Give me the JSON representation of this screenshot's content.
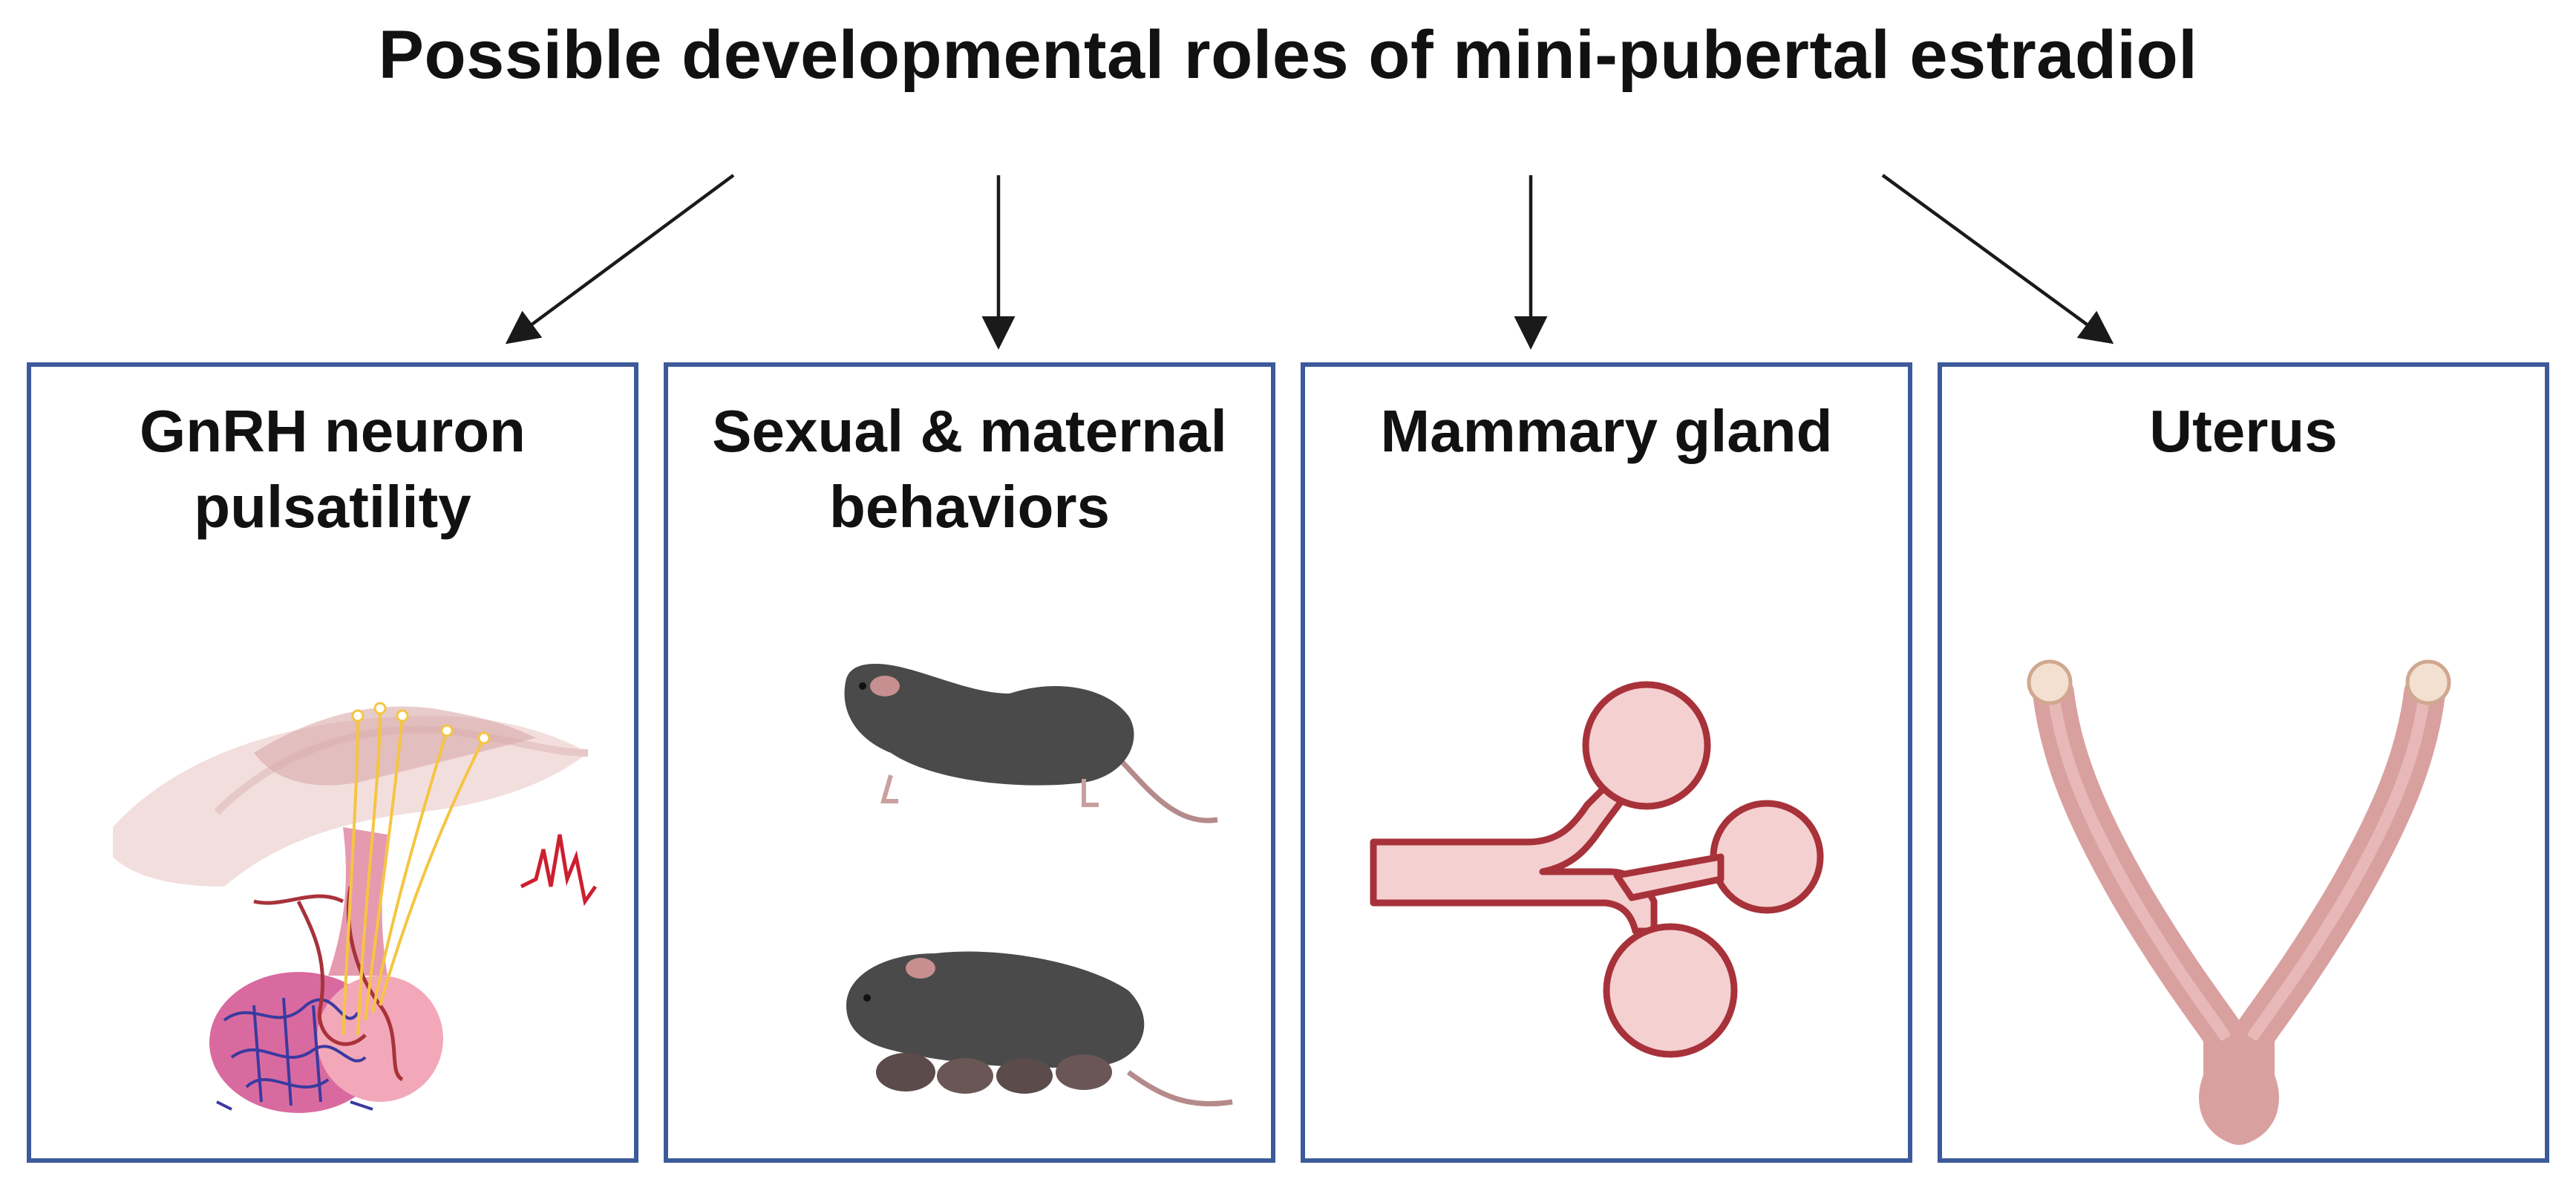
{
  "title": "Possible developmental roles of mini-pubertal estradiol",
  "panels": [
    {
      "id": "gnrh",
      "title_lines": [
        "GnRH neuron",
        "pulsatility"
      ],
      "icon": "gnrh-neuron-illustration"
    },
    {
      "id": "behavior",
      "title_lines": [
        "Sexual & maternal",
        "behaviors"
      ],
      "icon": "mouse-illustration"
    },
    {
      "id": "mammary",
      "title_lines": [
        "Mammary gland"
      ],
      "icon": "mammary-gland-illustration"
    },
    {
      "id": "uterus",
      "title_lines": [
        "Uterus"
      ],
      "icon": "uterus-illustration"
    }
  ],
  "colors": {
    "panel_border": "#3c5a9a",
    "arrow": "#1a1a1a",
    "mouse": "#4a4a4a",
    "tissue_pink": "#f0c4c4",
    "tissue_red": "#a8323a",
    "uterus": "#d9a0a0",
    "nerve_yellow": "#f5c542",
    "capillary_blue": "#3a3aa0"
  }
}
